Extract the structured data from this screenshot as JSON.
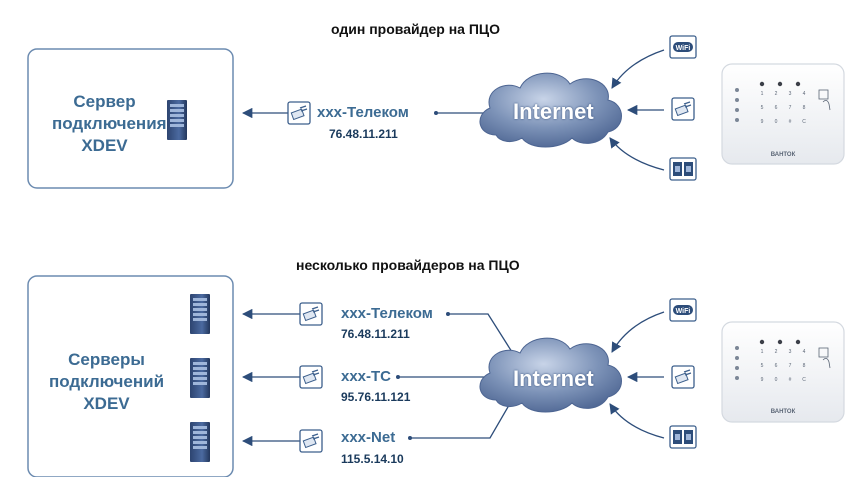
{
  "top": {
    "heading": "один провайдер на ПЦО",
    "server_label": "Сервер подключения XDEV",
    "provider": {
      "name": "xxx-Телеком",
      "ip": "76.48.11.211"
    },
    "cloud_label": "Internet"
  },
  "bottom": {
    "heading": "несколько провайдеров на ПЦО",
    "server_label": "Серверы подключений XDEV",
    "providers": [
      {
        "name": "xxx-Телеком",
        "ip": "76.48.11.211"
      },
      {
        "name": "xxx-ТС",
        "ip": "95.76.11.121"
      },
      {
        "name": "xxx-Net",
        "ip": "115.5.14.10"
      }
    ],
    "cloud_label": "Internet"
  },
  "device": {
    "brand": "ВАНТОК",
    "keys": [
      "1",
      "2",
      "3",
      "4",
      "5",
      "6",
      "7",
      "8",
      "9",
      "0",
      "#",
      "C"
    ]
  },
  "channel_icons": [
    "wifi-icon",
    "ethernet-icon",
    "sim-cards-icon"
  ],
  "colors": {
    "server_text": "#3c6b93",
    "cloud": "#7d93b8",
    "lines": "#2d4d7a",
    "box_border": "#6c8bb0"
  }
}
